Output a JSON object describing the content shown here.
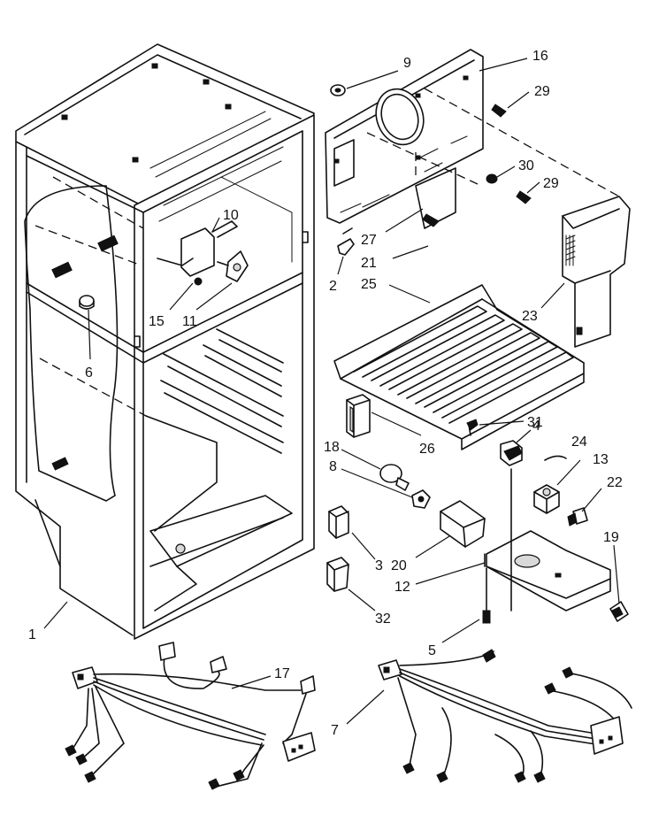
{
  "callouts": [
    {
      "id": "1",
      "label": "1"
    },
    {
      "id": "2",
      "label": "2"
    },
    {
      "id": "3",
      "label": "3"
    },
    {
      "id": "4",
      "label": "4"
    },
    {
      "id": "5",
      "label": "5"
    },
    {
      "id": "6",
      "label": "6"
    },
    {
      "id": "7",
      "label": "7"
    },
    {
      "id": "8",
      "label": "8"
    },
    {
      "id": "9",
      "label": "9"
    },
    {
      "id": "10",
      "label": "10"
    },
    {
      "id": "11",
      "label": "11"
    },
    {
      "id": "12",
      "label": "12"
    },
    {
      "id": "13",
      "label": "13"
    },
    {
      "id": "15",
      "label": "15"
    },
    {
      "id": "16",
      "label": "16"
    },
    {
      "id": "17",
      "label": "17"
    },
    {
      "id": "18",
      "label": "18"
    },
    {
      "id": "19",
      "label": "19"
    },
    {
      "id": "20",
      "label": "20"
    },
    {
      "id": "21",
      "label": "21"
    },
    {
      "id": "22",
      "label": "22"
    },
    {
      "id": "23",
      "label": "23"
    },
    {
      "id": "24",
      "label": "24"
    },
    {
      "id": "25",
      "label": "25"
    },
    {
      "id": "26",
      "label": "26"
    },
    {
      "id": "27",
      "label": "27"
    },
    {
      "id": "29a",
      "label": "29"
    },
    {
      "id": "29b",
      "label": "29"
    },
    {
      "id": "30",
      "label": "30"
    },
    {
      "id": "31",
      "label": "31"
    },
    {
      "id": "32",
      "label": "32"
    }
  ]
}
